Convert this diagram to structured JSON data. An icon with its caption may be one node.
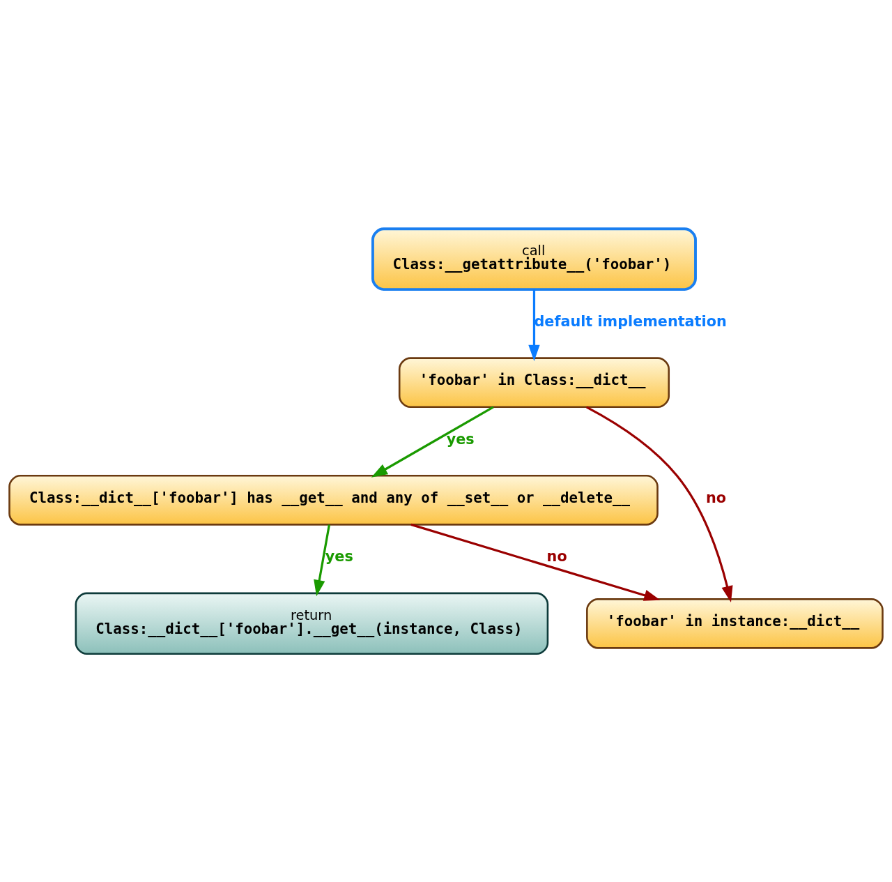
{
  "diagram": {
    "nodes": [
      {
        "text": [
          "call",
          "Class:__getattribute__('foobar')"
        ]
      },
      {
        "text": [
          "'foobar' in Class:__dict__"
        ]
      },
      {
        "text": [
          "Class:__dict__['foobar'] has __get__ and any of __set__ or __delete__"
        ]
      },
      {
        "text": [
          "return",
          "Class:__dict__['foobar'].__get__(instance, Class)"
        ]
      },
      {
        "text": [
          "'foobar' in instance:__dict__"
        ]
      }
    ],
    "edges": [
      {
        "from": 0,
        "to": 1,
        "arrow": "to",
        "label": "default implementation",
        "color": "#0a7cff"
      },
      {
        "from": 1,
        "to": 2,
        "arrow": "to",
        "label": "yes",
        "color": "#1a9a00"
      },
      {
        "from": 1,
        "to": 4,
        "arrow": "to",
        "label": "no",
        "color": "#9a0000"
      },
      {
        "from": 2,
        "to": 3,
        "arrow": "to",
        "label": "yes",
        "color": "#1a9a00"
      },
      {
        "from": 2,
        "to": 4,
        "arrow": "to",
        "label": "no",
        "color": "#9a0000"
      }
    ]
  }
}
